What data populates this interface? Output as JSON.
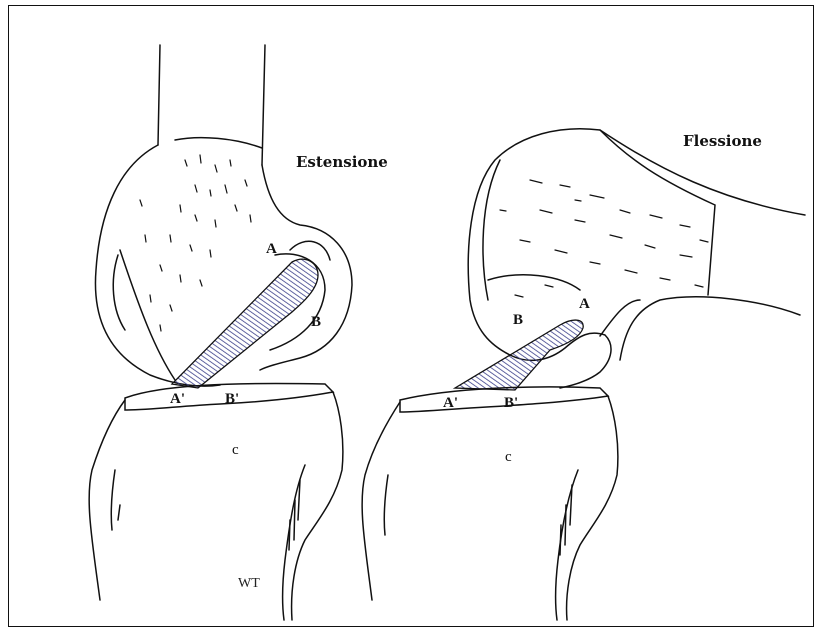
{
  "left_panel": {
    "title": "Estensione",
    "labels": {
      "a": "A",
      "b": "B",
      "a_prime": "A'",
      "b_prime": "B'",
      "c": "c"
    },
    "signature": "WT"
  },
  "right_panel": {
    "title": "Flessione",
    "labels": {
      "a": "A",
      "b": "B",
      "a_prime": "A'",
      "b_prime": "B'",
      "c": "c"
    }
  },
  "colors": {
    "ink": "#111111",
    "ligament": "#3a3f8a",
    "background": "#ffffff"
  }
}
